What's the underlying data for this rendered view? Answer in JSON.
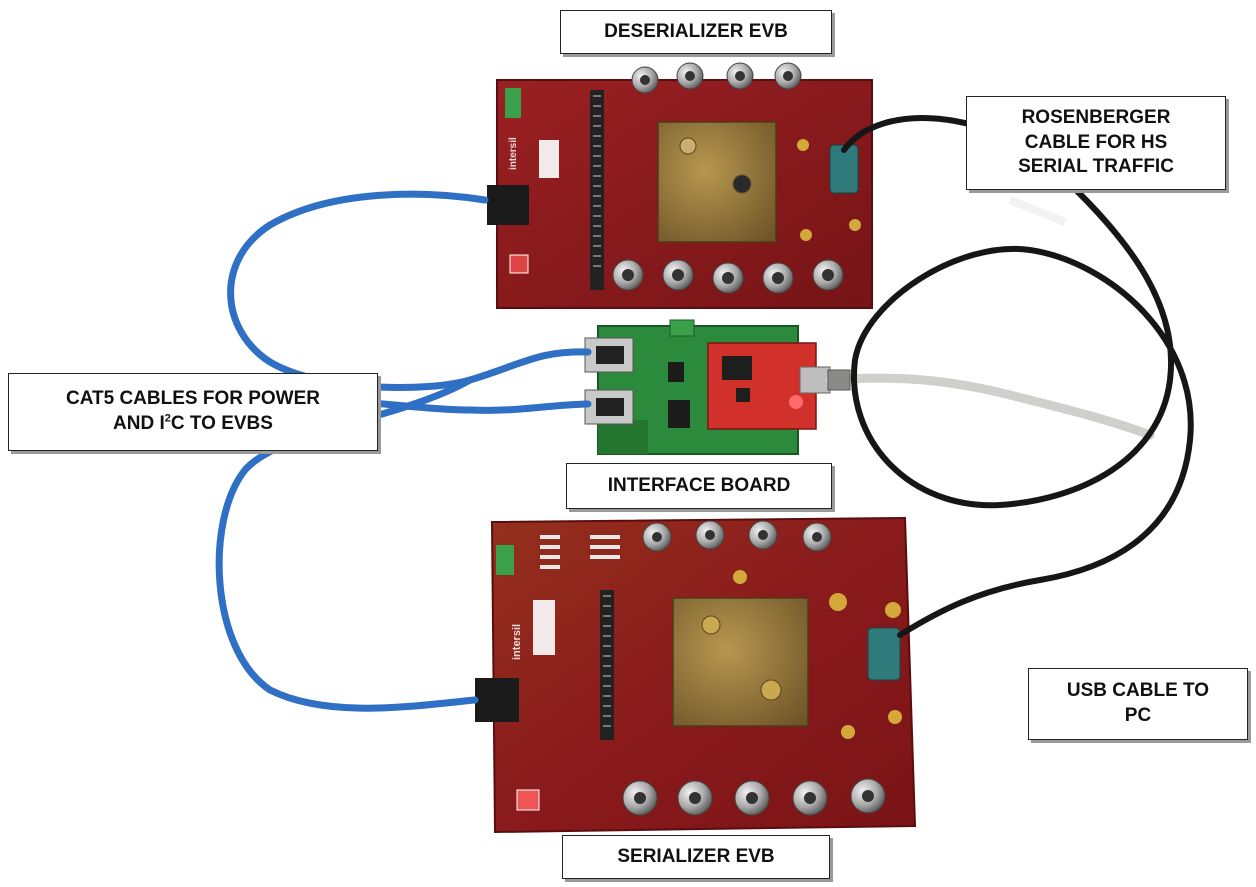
{
  "labels": {
    "deserializer": "DESERIALIZER EVB",
    "rosenberger": [
      "ROSENBERGER",
      "CABLE FOR HS",
      "SERIAL TRAFFIC"
    ],
    "cat5_line1": "CAT5 CABLES FOR POWER",
    "cat5_line2_pre": "AND I",
    "cat5_line2_sup": "2",
    "cat5_line2_post": "C TO EVBS",
    "interface": "INTERFACE BOARD",
    "usb": [
      "USB CABLE TO",
      "PC"
    ],
    "serializer": "SERIALIZER EVB"
  },
  "board_markings": {
    "deserializer_vendor": "intersil",
    "serializer_vendor": "intersil"
  },
  "colors": {
    "pcb_red": "#8e1a1c",
    "pcb_red_dark": "#6a1012",
    "interface_green": "#2c8a3c",
    "dongle_red": "#d2302a",
    "cat5_blue": "#2f6fc4",
    "rosenberger_black": "#161616",
    "usb_gray": "#d8d8d4",
    "brass": "#9a7a40",
    "label_border": "#222222"
  }
}
